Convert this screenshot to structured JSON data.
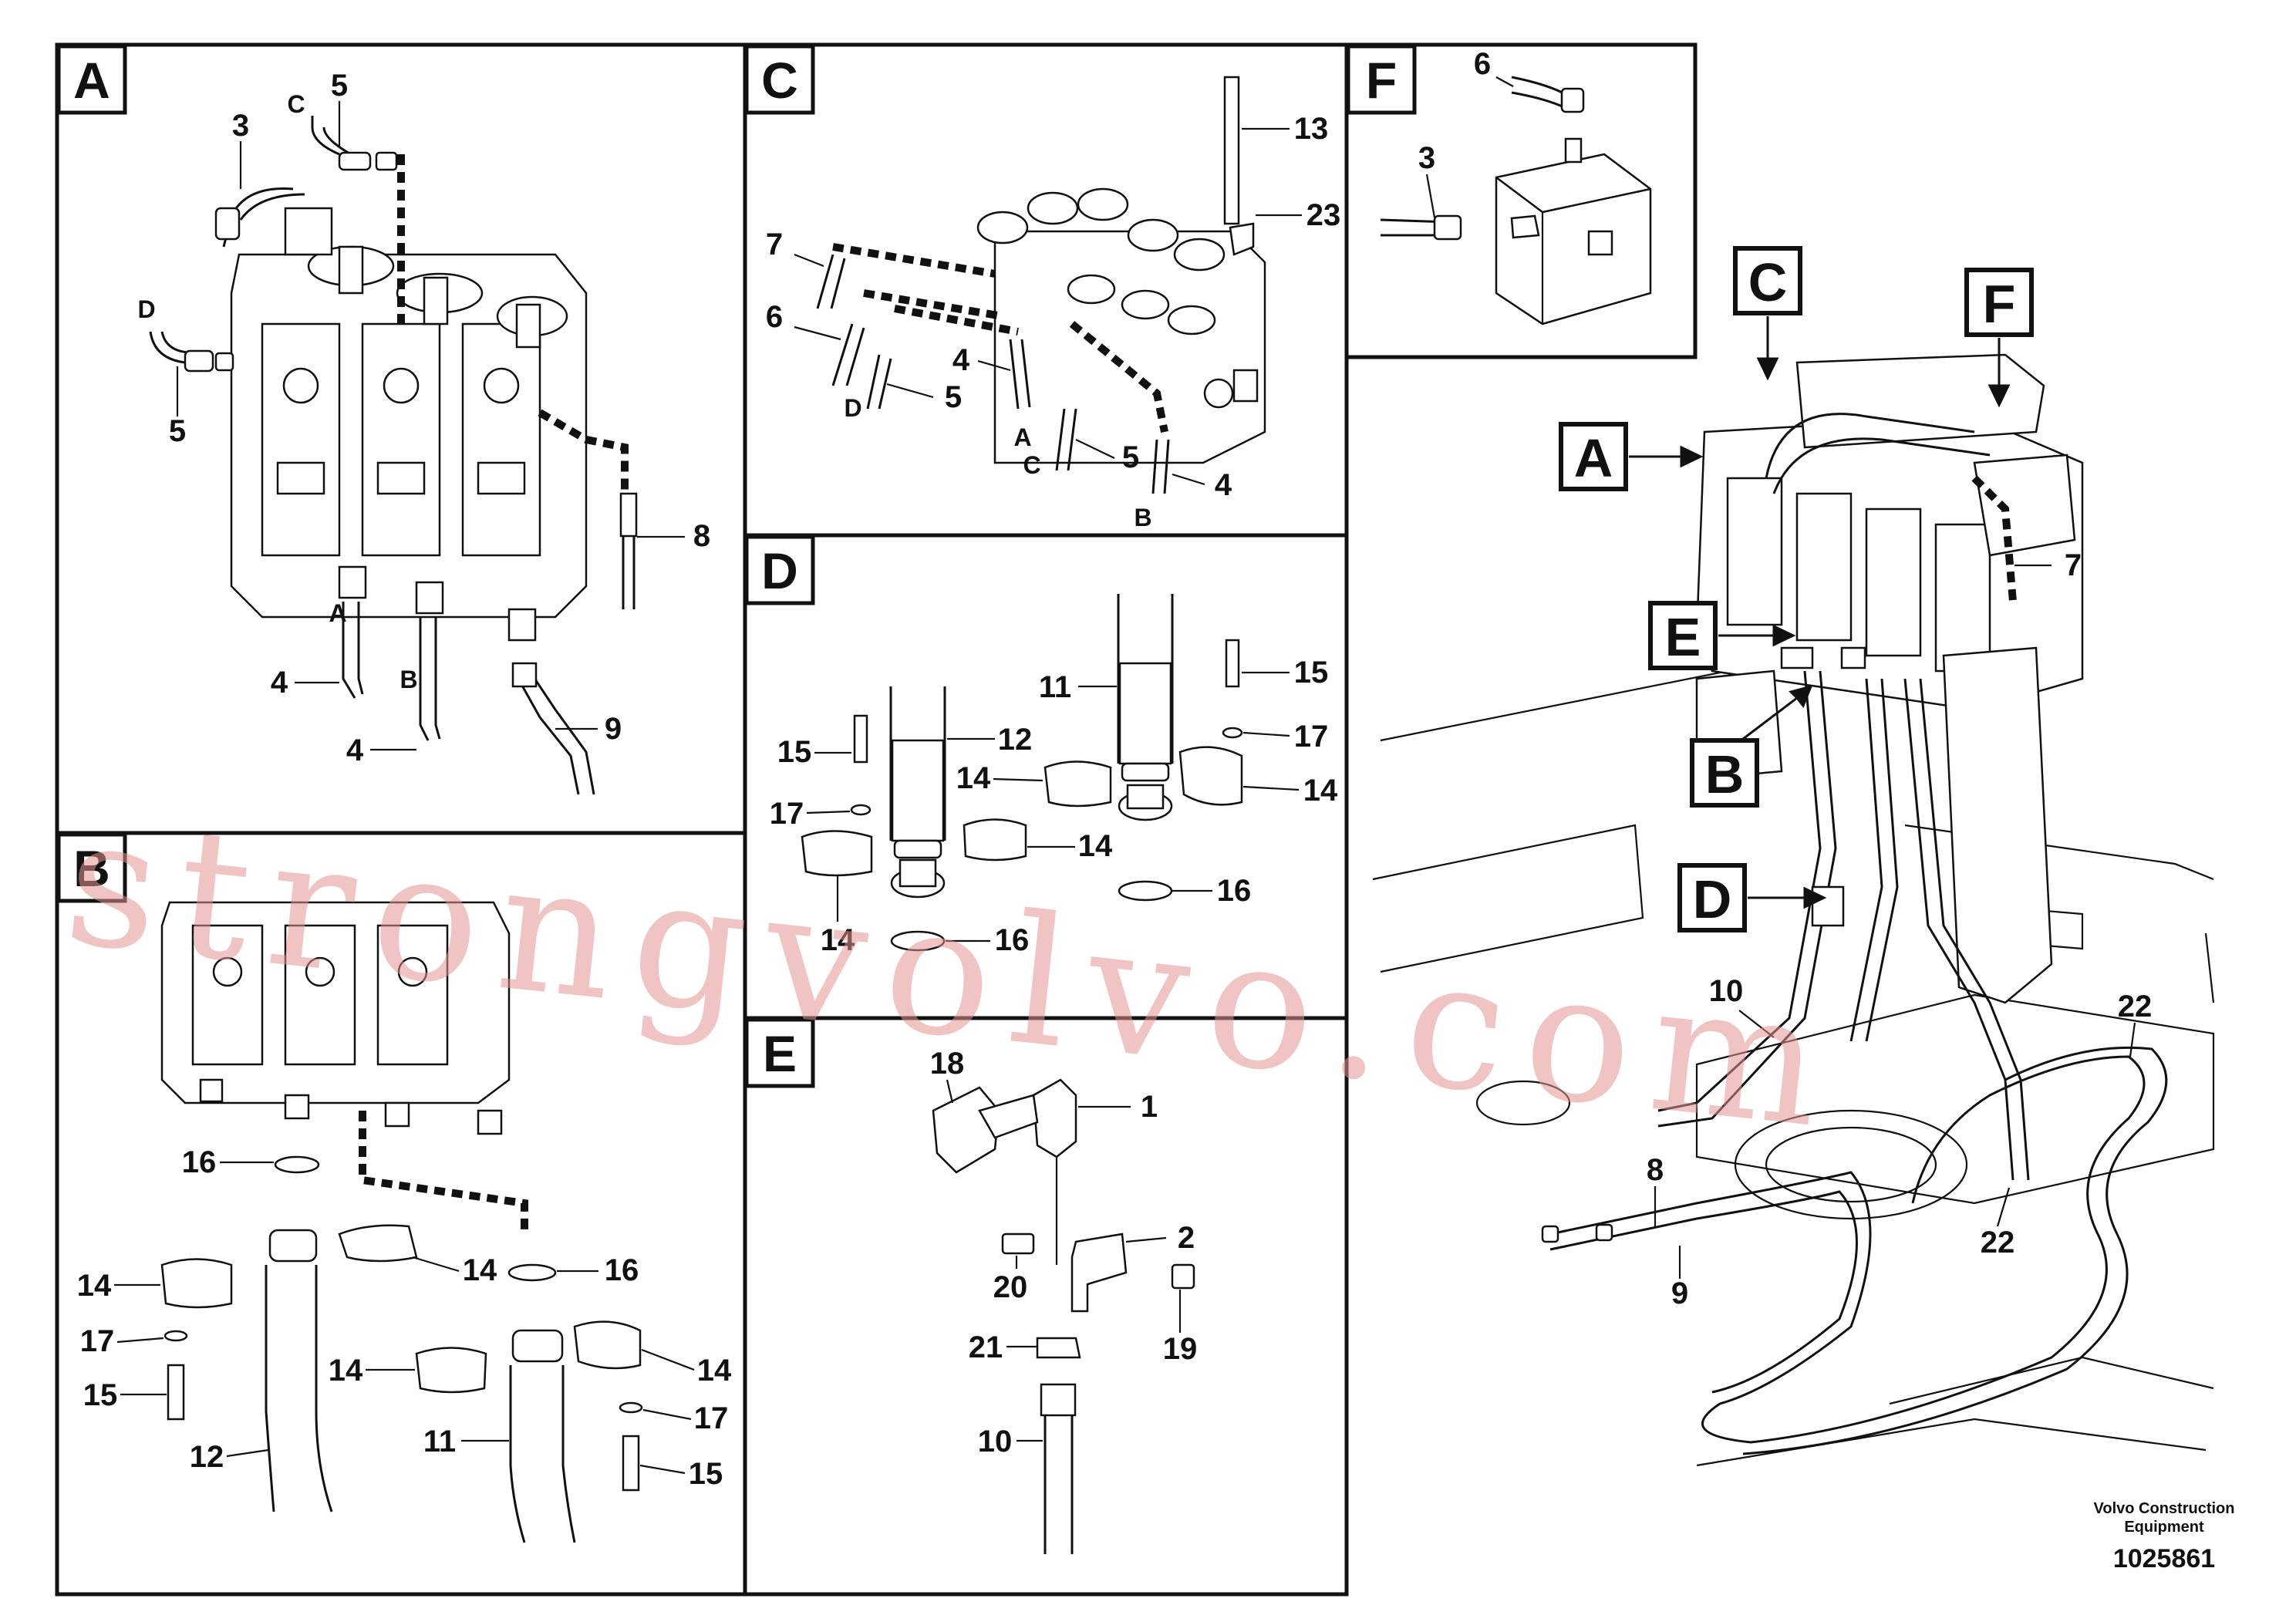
{
  "panels": [
    {
      "id": "A",
      "letter": "A"
    },
    {
      "id": "B",
      "letter": "B"
    },
    {
      "id": "C",
      "letter": "C"
    },
    {
      "id": "D",
      "letter": "D"
    },
    {
      "id": "E",
      "letter": "E"
    },
    {
      "id": "F",
      "letter": "F"
    }
  ],
  "labels": {
    "A": {
      "p3": "3",
      "p5a": "5",
      "pC": "C",
      "pD": "D",
      "p5b": "5",
      "p8": "8",
      "pA": "A",
      "p4a": "4",
      "pB": "B",
      "p4b": "4",
      "p9": "9"
    },
    "B": {
      "p16a": "16",
      "p14a": "14",
      "p14b": "14",
      "p16b": "16",
      "p17a": "17",
      "p15a": "15",
      "p14c": "14",
      "p14d": "14",
      "p11": "11",
      "p17b": "17",
      "p12": "12",
      "p15b": "15"
    },
    "C": {
      "p13": "13",
      "p23": "23",
      "p7": "7",
      "p6": "6",
      "p4a": "4",
      "p5a": "5",
      "pD": "D",
      "pA": "A",
      "pC": "C",
      "p5b": "5",
      "p4b": "4",
      "pB": "B"
    },
    "D": {
      "p15a": "15",
      "p11": "11",
      "p12": "12",
      "p17a": "17",
      "p15b": "15",
      "p14a": "14",
      "p17b": "17",
      "p14b": "14",
      "p14c": "14",
      "p16a": "16",
      "p14d": "14",
      "p16b": "16"
    },
    "E": {
      "p18": "18",
      "p1": "1",
      "p2": "2",
      "p20": "20",
      "p19": "19",
      "p21": "21",
      "p10": "10"
    },
    "F": {
      "p6": "6",
      "p3": "3"
    },
    "main": {
      "p7": "7",
      "p10": "10",
      "p22a": "22",
      "p8": "8",
      "p9": "9",
      "p22b": "22"
    }
  },
  "callouts": [
    {
      "id": "C",
      "letter": "C"
    },
    {
      "id": "F",
      "letter": "F"
    },
    {
      "id": "A",
      "letter": "A"
    },
    {
      "id": "E",
      "letter": "E"
    },
    {
      "id": "B",
      "letter": "B"
    },
    {
      "id": "D",
      "letter": "D"
    }
  ],
  "footer": {
    "brand_line1": "Volvo Construction",
    "brand_line2": "Equipment",
    "doc_number": "1025861"
  },
  "watermark": "strongvolvo.com"
}
